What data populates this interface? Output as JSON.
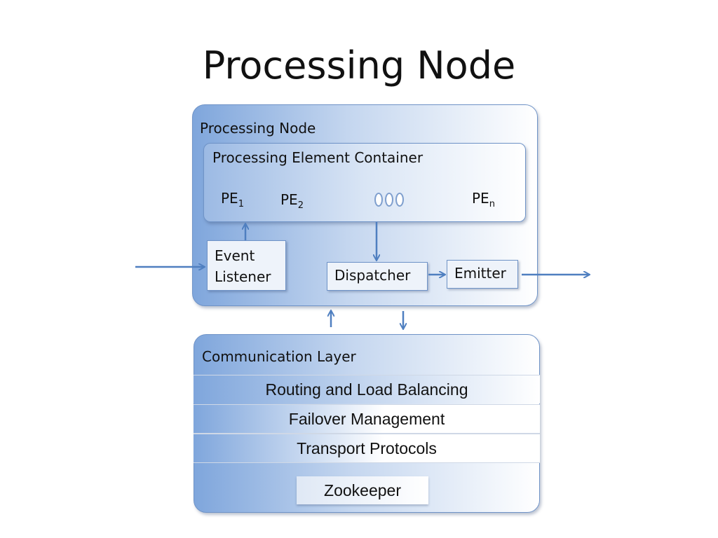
{
  "title": "Processing Node",
  "node": {
    "label": "Processing Node",
    "container": {
      "label": "Processing Element Container",
      "pe1": {
        "base": "PE",
        "sub": "1"
      },
      "pe2": {
        "base": "PE",
        "sub": "2"
      },
      "pen": {
        "base": "PE",
        "sub": "n"
      }
    },
    "event_listener": {
      "line1": "Event",
      "line2": "Listener"
    },
    "dispatcher": "Dispatcher",
    "emitter": "Emitter"
  },
  "communication": {
    "label": "Communication Layer",
    "layers": [
      "Routing and Load Balancing",
      "Failover Management",
      "Transport Protocols"
    ],
    "zookeeper": "Zookeeper"
  },
  "colors": {
    "arrow": "#4f7fc0",
    "border": "#6f93c7"
  }
}
